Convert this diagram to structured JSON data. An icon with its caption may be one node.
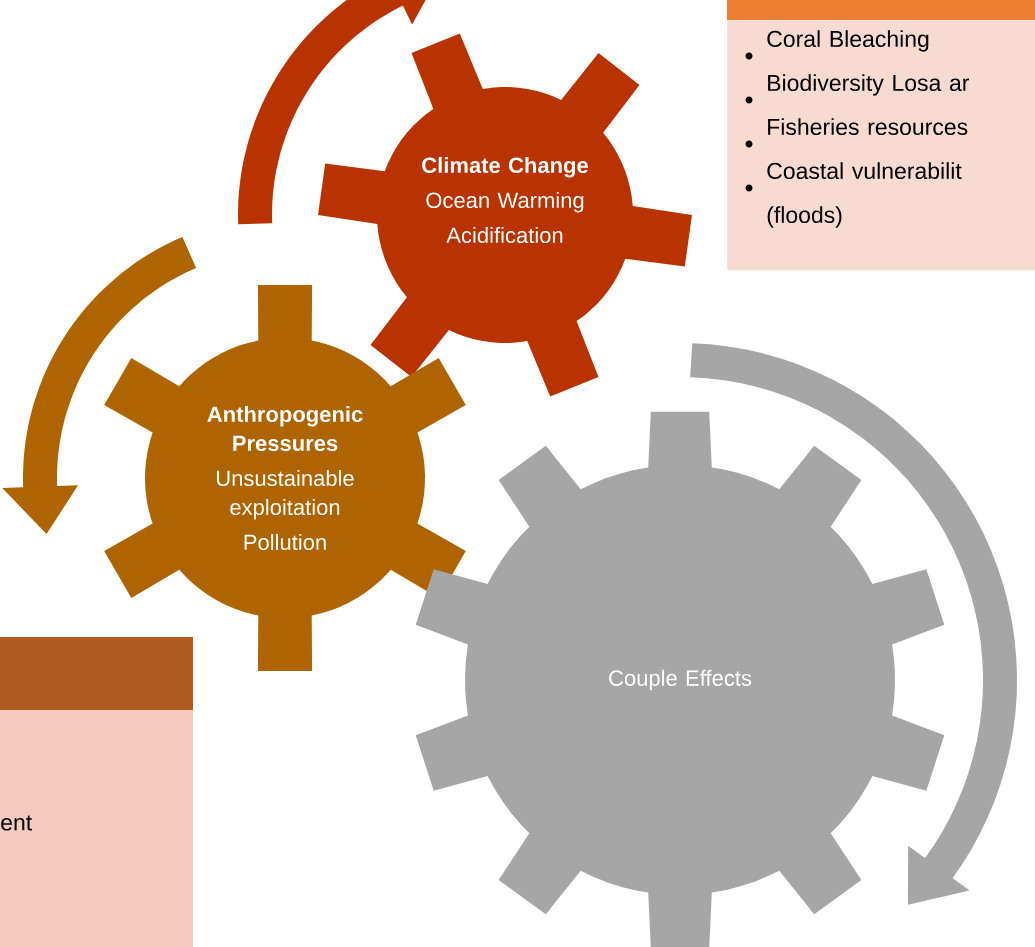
{
  "diagram": {
    "nodes": [
      {
        "text": [
          "Climate Change",
          "Ocean Warming",
          "Acidification"
        ]
      },
      {
        "text": [
          "Anthropogenic Pressures",
          "Unsustainable exploitation",
          "Pollution"
        ]
      },
      {
        "text": [
          "Couple Effects"
        ]
      },
      {
        "text": [
          "Coral Bleaching",
          "Biodiversity Losa ar",
          "Fisheries resources",
          "Coastal vulnerabilit (floods)"
        ]
      },
      {
        "text": [
          "ent"
        ]
      }
    ]
  }
}
